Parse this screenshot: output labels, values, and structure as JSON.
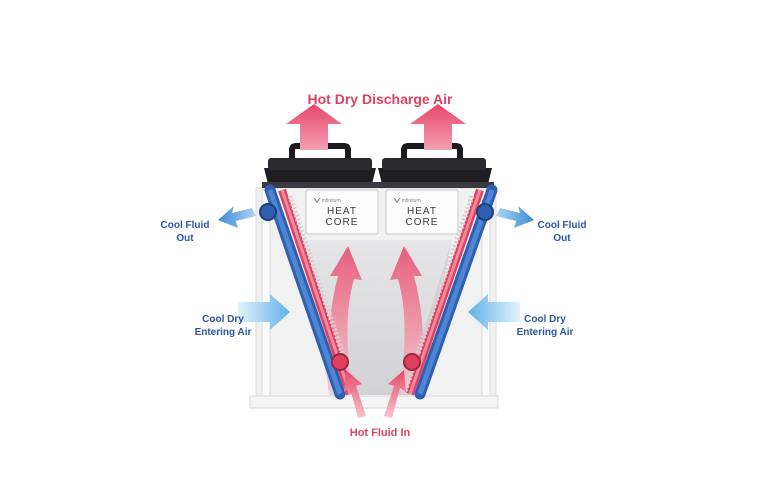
{
  "labels": {
    "discharge": "Hot Dry Discharge Air",
    "hot_in": "Hot Fluid In",
    "cool_out_left": [
      "Cool Fluid",
      "Out"
    ],
    "cool_out_right": [
      "Cool Fluid",
      "Out"
    ],
    "cool_in_left": [
      "Cool Dry",
      "Entering Air"
    ],
    "cool_in_right": [
      "Cool Dry",
      "Entering Air"
    ]
  },
  "panels": [
    {
      "brand": "infinitum",
      "name_line1": "HEAT",
      "name_line2": "CORE"
    },
    {
      "brand": "infinitum",
      "name_line1": "HEAT",
      "name_line2": "CORE"
    }
  ],
  "colors": {
    "hot": "#e8476a",
    "cool": "#2f5fb0",
    "air_in": "#6bb8e8"
  }
}
